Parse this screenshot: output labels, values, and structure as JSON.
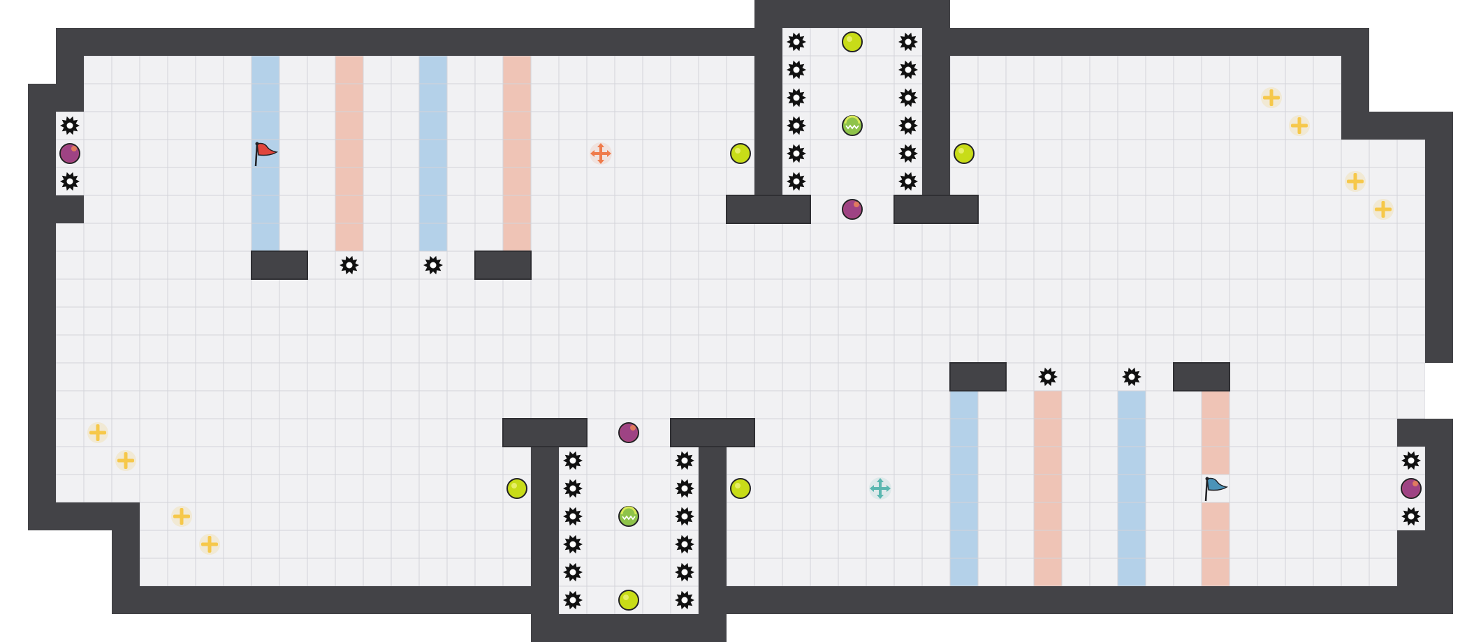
{
  "level": {
    "kind": "top-down puzzle level map",
    "grid_columns": 53,
    "grid_rows": 23,
    "colors": {
      "floor": "#f1f1f3",
      "grid_line": "#d3d4d9",
      "wall": "#434347",
      "wall_edge": "#2f2f33",
      "background": "#ffffff",
      "blue_zone": "#a9cbe6",
      "red_zone": "#eebcaa",
      "orb_yellow": "#c8dc18",
      "orb_green": "#8ec34a",
      "orb_magenta": "#b04a7c",
      "flag_red": "#e0463c",
      "flag_blue": "#4b93b8",
      "sparkle": "#f6c84a",
      "mover_red": "#ef7b4b",
      "mover_teal": "#5bb7b0",
      "spike": "#111111"
    },
    "flags": [
      {
        "name": "red-flag",
        "icon": "flag-icon",
        "color": "red",
        "col": 9,
        "row": 5
      },
      {
        "name": "blue-flag",
        "icon": "flag-icon",
        "color": "blue",
        "col": 43,
        "row": 17
      }
    ],
    "movers": [
      {
        "name": "red-move-arrows",
        "icon": "move-arrows-icon",
        "color": "mover_red",
        "col": 21,
        "row": 5
      },
      {
        "name": "teal-move-arrows",
        "icon": "move-arrows-icon",
        "color": "mover_teal",
        "col": 31,
        "row": 17
      }
    ],
    "orbs": [
      {
        "type": "yellow",
        "col": 30,
        "row": 1
      },
      {
        "type": "yellow",
        "col": 26,
        "row": 5
      },
      {
        "type": "yellow",
        "col": 34,
        "row": 5
      },
      {
        "type": "yellow",
        "col": 18,
        "row": 17
      },
      {
        "type": "yellow",
        "col": 26,
        "row": 17
      },
      {
        "type": "yellow",
        "col": 22,
        "row": 21
      },
      {
        "type": "green",
        "col": 30,
        "row": 4
      },
      {
        "type": "green",
        "col": 22,
        "row": 18
      },
      {
        "type": "magenta",
        "col": 2,
        "row": 5
      },
      {
        "type": "magenta",
        "col": 30,
        "row": 7
      },
      {
        "type": "magenta",
        "col": 22,
        "row": 15
      },
      {
        "type": "magenta",
        "col": 50,
        "row": 17
      }
    ],
    "sparkles": [
      {
        "col": 45,
        "row": 3
      },
      {
        "col": 46,
        "row": 4
      },
      {
        "col": 48,
        "row": 6
      },
      {
        "col": 49,
        "row": 7
      },
      {
        "col": 3,
        "row": 15
      },
      {
        "col": 4,
        "row": 16
      },
      {
        "col": 6,
        "row": 18
      },
      {
        "col": 7,
        "row": 19
      }
    ],
    "spikes": [
      {
        "col": 2,
        "row": 4
      },
      {
        "col": 2,
        "row": 6
      },
      {
        "col": 28,
        "row": 1
      },
      {
        "col": 28,
        "row": 2
      },
      {
        "col": 28,
        "row": 3
      },
      {
        "col": 28,
        "row": 4
      },
      {
        "col": 28,
        "row": 5
      },
      {
        "col": 28,
        "row": 6
      },
      {
        "col": 32,
        "row": 1
      },
      {
        "col": 32,
        "row": 2
      },
      {
        "col": 32,
        "row": 3
      },
      {
        "col": 32,
        "row": 4
      },
      {
        "col": 32,
        "row": 5
      },
      {
        "col": 32,
        "row": 6
      },
      {
        "col": 12,
        "row": 9
      },
      {
        "col": 15,
        "row": 9
      },
      {
        "col": 37,
        "row": 13
      },
      {
        "col": 40,
        "row": 13
      },
      {
        "col": 20,
        "row": 16
      },
      {
        "col": 20,
        "row": 17
      },
      {
        "col": 20,
        "row": 18
      },
      {
        "col": 20,
        "row": 19
      },
      {
        "col": 20,
        "row": 20
      },
      {
        "col": 20,
        "row": 21
      },
      {
        "col": 24,
        "row": 16
      },
      {
        "col": 24,
        "row": 17
      },
      {
        "col": 24,
        "row": 18
      },
      {
        "col": 24,
        "row": 19
      },
      {
        "col": 24,
        "row": 20
      },
      {
        "col": 24,
        "row": 21
      },
      {
        "col": 50,
        "row": 16
      },
      {
        "col": 50,
        "row": 18
      }
    ],
    "zones": [
      {
        "color": "blue",
        "col": 9,
        "row": 2,
        "w": 1,
        "h": 7
      },
      {
        "color": "red",
        "col": 12,
        "row": 2,
        "w": 1,
        "h": 7
      },
      {
        "color": "blue",
        "col": 15,
        "row": 2,
        "w": 1,
        "h": 7
      },
      {
        "color": "red",
        "col": 18,
        "row": 2,
        "w": 1,
        "h": 7
      },
      {
        "color": "blue",
        "col": 34,
        "row": 14,
        "w": 1,
        "h": 7
      },
      {
        "color": "red",
        "col": 37,
        "row": 14,
        "w": 1,
        "h": 7
      },
      {
        "color": "blue",
        "col": 40,
        "row": 14,
        "w": 1,
        "h": 7
      },
      {
        "color": "red",
        "col": 43,
        "row": 14,
        "w": 1,
        "h": 3
      },
      {
        "color": "red",
        "col": 43,
        "row": 18,
        "w": 1,
        "h": 3
      }
    ]
  }
}
